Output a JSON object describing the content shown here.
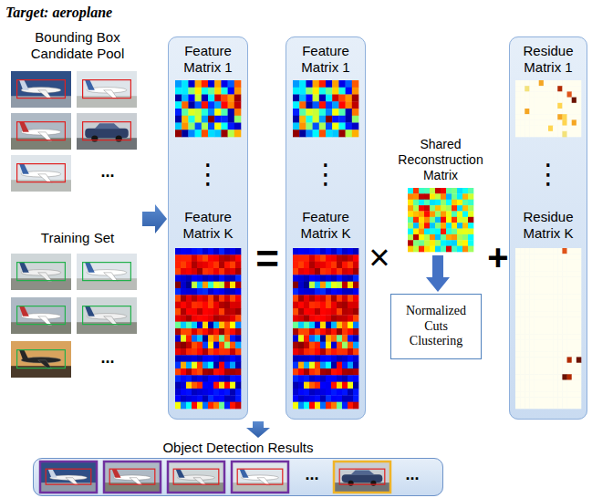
{
  "diagram": {
    "title": "Target: aeroplane",
    "nodes": [
      {
        "text": [
          "Feature Matrix 1",
          "⋮",
          "Feature Matrix K"
        ]
      },
      {
        "text": [
          "Feature Matrix 1",
          "⋮",
          "Feature Matrix K"
        ]
      },
      {
        "text": [
          "Shared Reconstruction Matrix"
        ]
      },
      {
        "text": [
          "Residue Matrix 1",
          "⋮",
          "Residue Matrix K"
        ]
      },
      {
        "text": [
          "Normalized Cuts Clustering"
        ]
      },
      {
        "text": [
          "Object Detection Results"
        ]
      }
    ],
    "edges": [
      {
        "from": 2,
        "to": 4,
        "arrow": "to"
      }
    ],
    "labels": [
      "Bounding Box Candidate Pool",
      "...",
      "Training Set",
      "...",
      "=",
      "×",
      "+",
      "...",
      "..."
    ]
  }
}
